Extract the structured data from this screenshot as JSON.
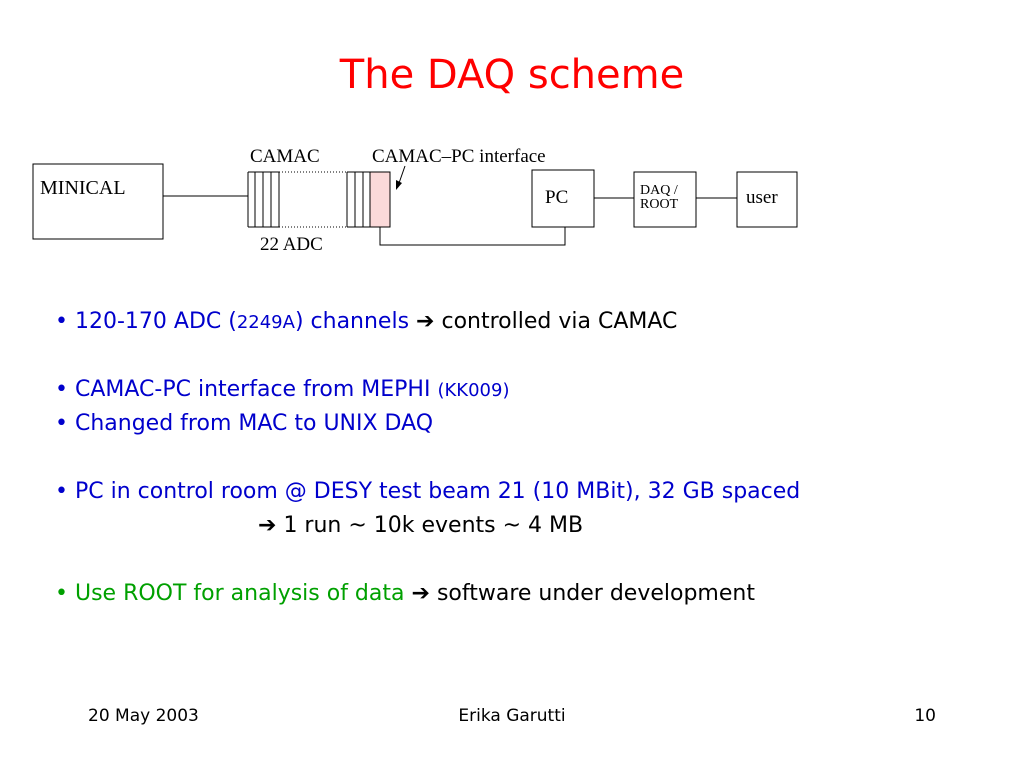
{
  "slide": {
    "title": "The DAQ scheme"
  },
  "diagram": {
    "minical": "MINICAL",
    "camac": "CAMAC",
    "interface": "CAMAC–PC interface",
    "adc": "22 ADC",
    "pc": "PC",
    "daq_line1": "DAQ /",
    "daq_line2": "ROOT",
    "user": "user",
    "interface_fill": "#fbd9d9"
  },
  "bullets": {
    "b1": {
      "bullet": "•",
      "text": "120-170 ADC (",
      "small": "2249A",
      "text2": ") channels",
      "arrow": "➔",
      "result": "controlled via CAMAC"
    },
    "b2": {
      "bullet": "•",
      "text": "CAMAC-PC interface from MEPHI",
      "small": "(KK009)"
    },
    "b3": {
      "bullet": "•",
      "text": "Changed from MAC to UNIX DAQ"
    },
    "b4": {
      "bullet": "•",
      "text": "PC in control room @ DESY test beam 21 (10 MBit), 32 GB spaced",
      "arrow": "➔",
      "result": "1 run ~ 10k events ~ 4 MB"
    },
    "b5": {
      "bullet": "•",
      "text": "Use ROOT for analysis of data",
      "arrow": "➔",
      "result": "software under development"
    }
  },
  "colors": {
    "title": "#ff0000",
    "bullet_text": "#0000cc",
    "highlight": "#00a000"
  },
  "footer": {
    "date": "20 May 2003",
    "author": "Erika Garutti",
    "page": "10"
  }
}
